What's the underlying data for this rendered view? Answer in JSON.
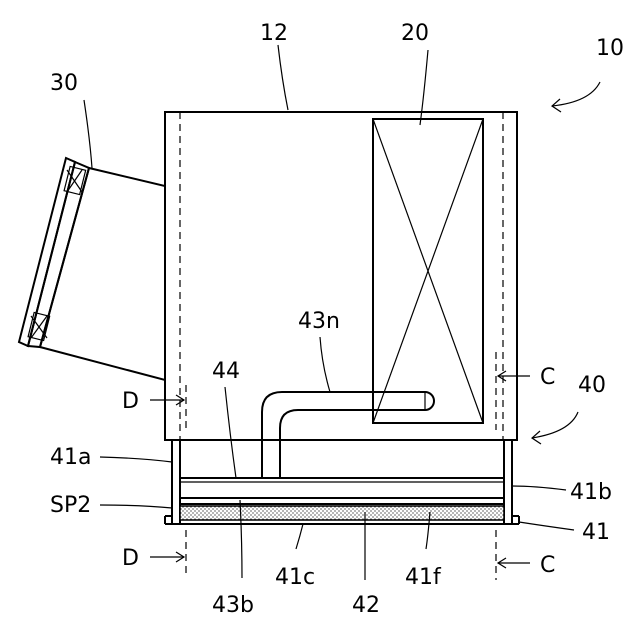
{
  "diagram": {
    "labels": {
      "assembly": "10",
      "housing": "12",
      "heat_exchanger": "20",
      "fan_unit": "30",
      "drain_pan_unit": "40",
      "drain_pan": "41",
      "pan_wall_left": "41a",
      "pan_wall_right": "41b",
      "pan_bottom": "41c",
      "pan_floor": "41f",
      "insulation": "42",
      "pipe_bottom": "43b",
      "pipe_nozzle": "43n",
      "plate": "44",
      "space": "SP2",
      "section_c": "C",
      "section_d": "D"
    }
  }
}
